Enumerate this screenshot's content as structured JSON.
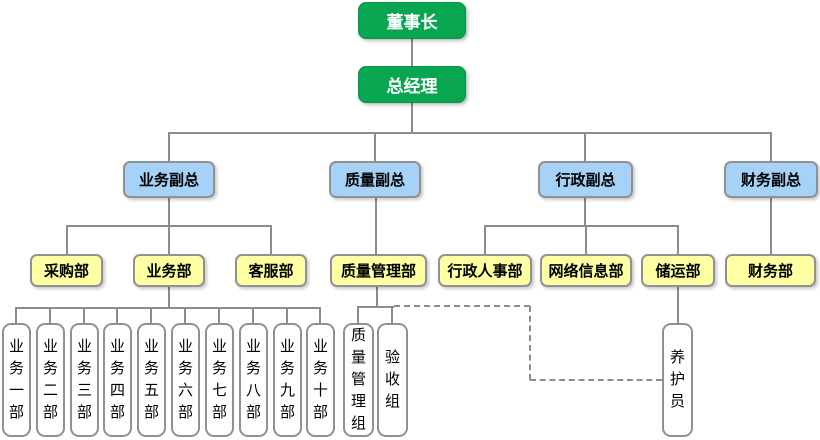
{
  "diagram_type": "organization-chart",
  "nodes": {
    "chairman": "董事长",
    "general_manager": "总经理",
    "vp_business": "业务副总",
    "vp_quality": "质量副总",
    "vp_admin": "行政副总",
    "vp_finance": "财务副总",
    "dept_purchasing": "采购部",
    "dept_business": "业务部",
    "dept_customer_service": "客服部",
    "dept_quality_mgmt": "质量管理部",
    "dept_admin_hr": "行政人事部",
    "dept_network_info": "网络信息部",
    "dept_storage_transport": "储运部",
    "dept_finance": "财务部",
    "business_units": [
      "业务一部",
      "业务二部",
      "业务三部",
      "业务四部",
      "业务五部",
      "业务六部",
      "业务七部",
      "业务八部",
      "业务九部",
      "业务十部"
    ],
    "quality_mgmt_team": "质量管理组",
    "acceptance_team": "验收组",
    "maintenance_staff": "养护员"
  },
  "edges": [
    {
      "from": "董事长",
      "to": "总经理",
      "style": "solid"
    },
    {
      "from": "总经理",
      "to": "业务副总",
      "style": "solid"
    },
    {
      "from": "总经理",
      "to": "质量副总",
      "style": "solid"
    },
    {
      "from": "总经理",
      "to": "行政副总",
      "style": "solid"
    },
    {
      "from": "总经理",
      "to": "财务副总",
      "style": "solid"
    },
    {
      "from": "业务副总",
      "to": "采购部",
      "style": "solid"
    },
    {
      "from": "业务副总",
      "to": "业务部",
      "style": "solid"
    },
    {
      "from": "业务副总",
      "to": "客服部",
      "style": "solid"
    },
    {
      "from": "质量副总",
      "to": "质量管理部",
      "style": "solid"
    },
    {
      "from": "行政副总",
      "to": "行政人事部",
      "style": "solid"
    },
    {
      "from": "行政副总",
      "to": "网络信息部",
      "style": "solid"
    },
    {
      "from": "行政副总",
      "to": "储运部",
      "style": "solid"
    },
    {
      "from": "财务副总",
      "to": "财务部",
      "style": "solid"
    },
    {
      "from": "业务部",
      "to": "业务一部",
      "style": "solid"
    },
    {
      "from": "业务部",
      "to": "业务二部",
      "style": "solid"
    },
    {
      "from": "业务部",
      "to": "业务三部",
      "style": "solid"
    },
    {
      "from": "业务部",
      "to": "业务四部",
      "style": "solid"
    },
    {
      "from": "业务部",
      "to": "业务五部",
      "style": "solid"
    },
    {
      "from": "业务部",
      "to": "业务六部",
      "style": "solid"
    },
    {
      "from": "业务部",
      "to": "业务七部",
      "style": "solid"
    },
    {
      "from": "业务部",
      "to": "业务八部",
      "style": "solid"
    },
    {
      "from": "业务部",
      "to": "业务九部",
      "style": "solid"
    },
    {
      "from": "业务部",
      "to": "业务十部",
      "style": "solid"
    },
    {
      "from": "质量管理部",
      "to": "质量管理组",
      "style": "solid"
    },
    {
      "from": "质量管理部",
      "to": "验收组",
      "style": "solid"
    },
    {
      "from": "储运部",
      "to": "养护员",
      "style": "solid"
    },
    {
      "from": "质量管理部",
      "to": "养护员",
      "style": "dashed"
    }
  ],
  "colors": {
    "executive_fill": "#09a651",
    "executive_border": "#079447",
    "executive_text": "#ffffff",
    "vp_fill": "#a6d2f7",
    "dept_fill": "#ffffa3",
    "team_fill": "#ffffff",
    "border": "#919191",
    "connector": "#8c8c8c",
    "text": "#000000",
    "background": "#ffffff"
  }
}
